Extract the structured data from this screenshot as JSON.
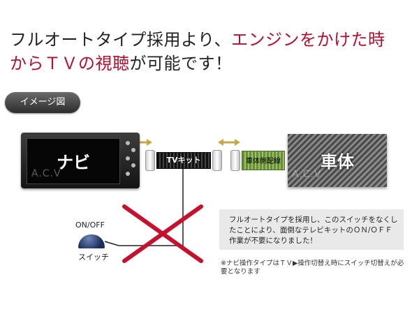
{
  "headline": {
    "line1_black": "フルオートタイプ採用より、",
    "line1_red": "エンジンをかけた時",
    "line2_red": "からＴＶの視聴",
    "line2_black": "が可能です！"
  },
  "badge": {
    "label": "イメージ図"
  },
  "diagram": {
    "navi_label": "ナビ",
    "tvkit_label": "TVキット",
    "harness_label": "車体側配線",
    "vehicle_label": "車体",
    "watermark": "A.C.V"
  },
  "switch": {
    "top_label": "ON/OFF",
    "bottom_label": "スイッチ"
  },
  "note": {
    "text": "フルオートタイプを採用し、このスイッチをなくしたことにより、面倒なテレビキットのＯＮ/ＯＦＦ作業が不要になりました！"
  },
  "footnote": {
    "text": "※ナビ操作タイプはＴＶ▶操作切替え時にスイッチ切替えが必要となります"
  },
  "colors": {
    "accent_red": "#b2102f",
    "arrow_gold": "#c8a64a",
    "cross_red": "#c4122e"
  }
}
